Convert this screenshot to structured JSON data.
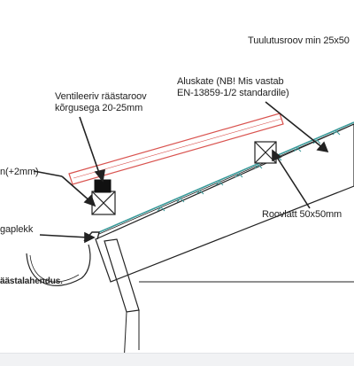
{
  "labels": {
    "ventilation_batten": [
      "Ventileeriv räästaroov",
      "kõrgusega 20-25mm"
    ],
    "underlay": [
      "Aluskate (NB! Mis vastab",
      "EN-13859-1/2 standardile)"
    ],
    "counter_batten": "Tuulutusroov min 25x50",
    "roof_batten": "Roovlatt 50x50mm",
    "height_note": "n(+2mm)",
    "plate": "gaplekk",
    "gutter": "äästalahendus."
  },
  "colors": {
    "lines": "#222222",
    "underlay_membrane": "#3a9a9a",
    "counter_batten_outline": "#d9534f",
    "background": "#ffffff"
  }
}
